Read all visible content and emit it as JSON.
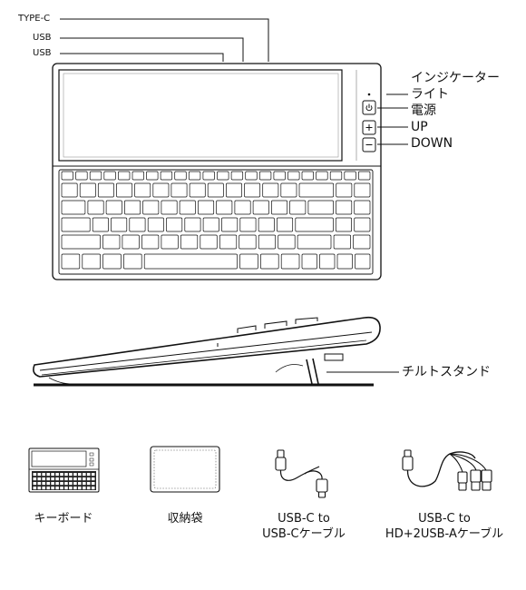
{
  "port_labels": {
    "typec": "TYPE-C",
    "usb1": "USB",
    "usb2": "USB"
  },
  "side_labels": {
    "indicator_line1": "インジケーター",
    "indicator_line2": "ライト",
    "power": "電源",
    "up": "UP",
    "down": "DOWN"
  },
  "stand_label": "チルトスタンド",
  "accessories": [
    {
      "line1": "キーボード",
      "line2": ""
    },
    {
      "line1": "収納袋",
      "line2": ""
    },
    {
      "line1": "USB-C to",
      "line2": "USB-Cケーブル"
    },
    {
      "line1": "USB-C to",
      "line2": "HD+2USB-Aケーブル"
    }
  ]
}
